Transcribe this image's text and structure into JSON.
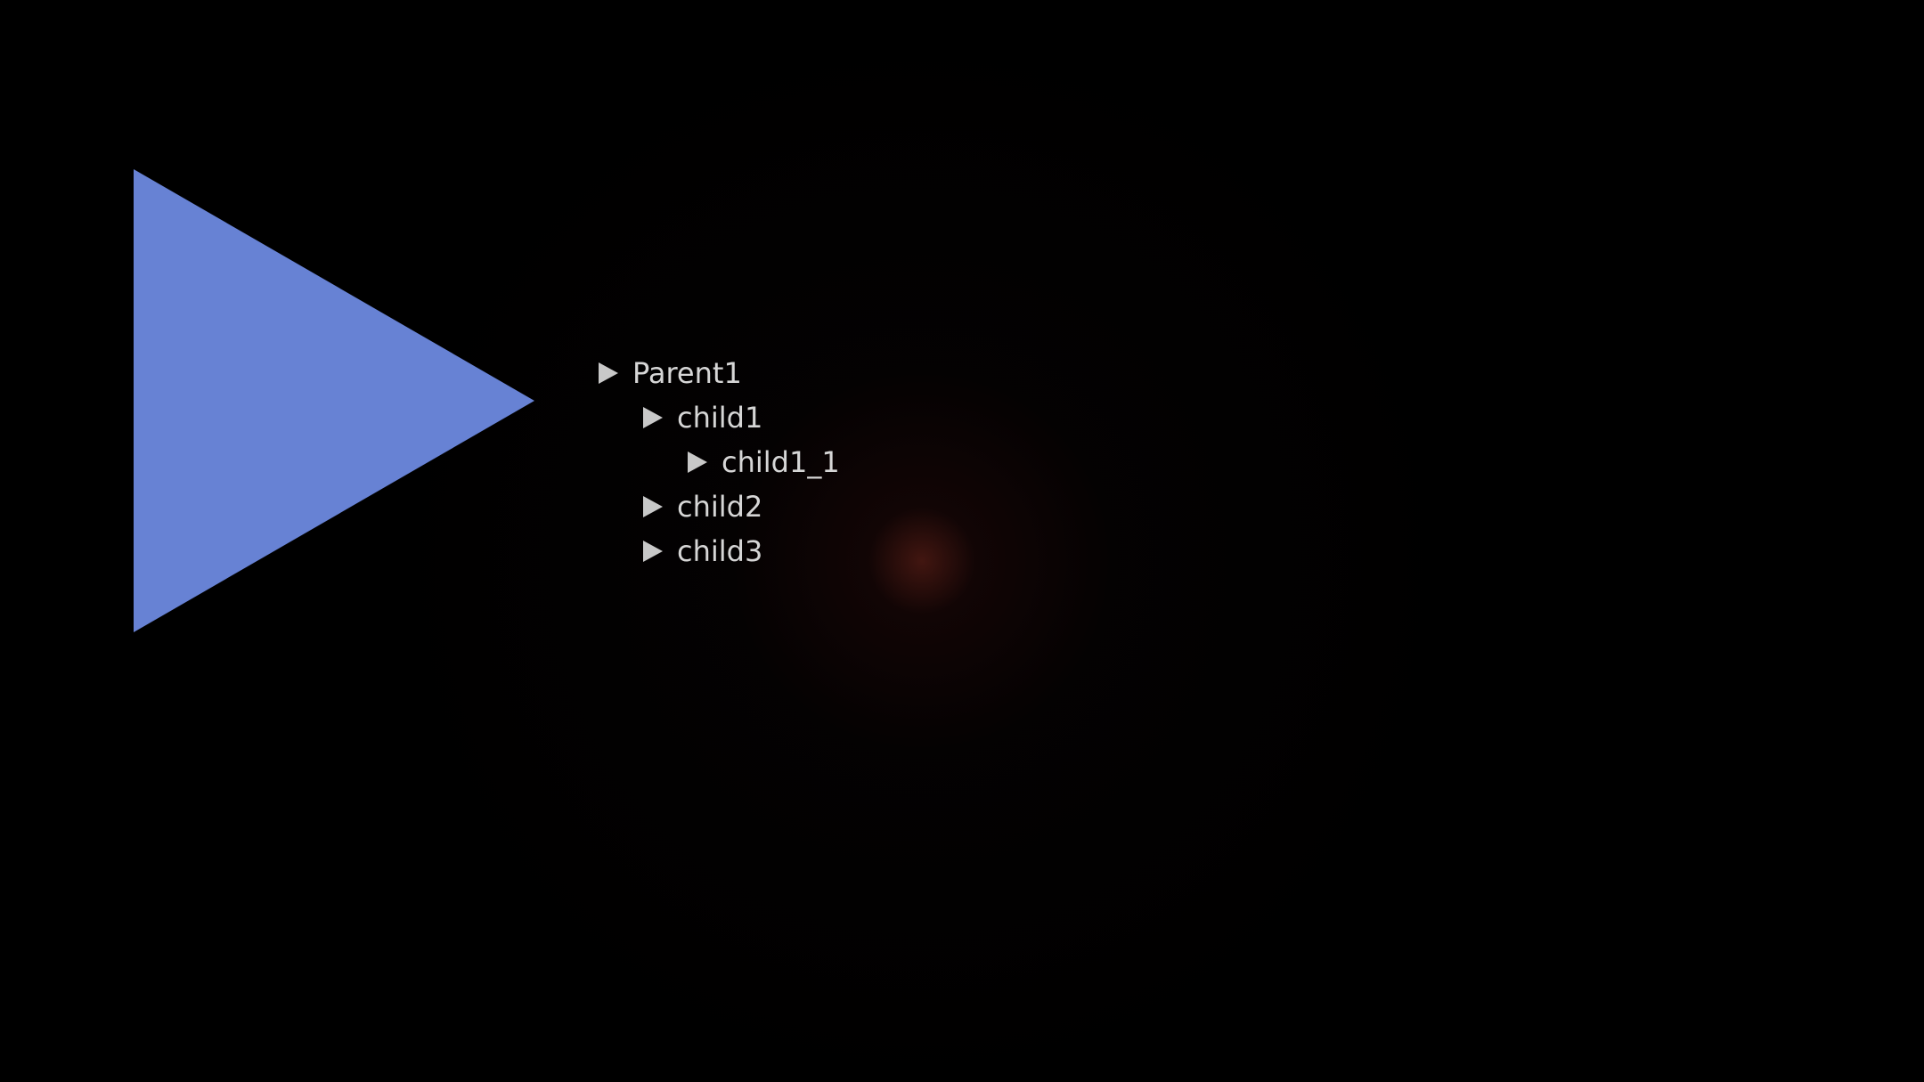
{
  "colors": {
    "background": "#000000",
    "triangle": "#6782d4",
    "tree_text": "#d6d6d6",
    "tree_arrow": "#c8c8c8",
    "glow": "#78281e"
  },
  "icons": {
    "big_triangle": "play-triangle-icon",
    "tree_arrow": "caret-right-icon"
  },
  "tree": {
    "items": [
      {
        "label": "Parent1",
        "level": 0
      },
      {
        "label": "child1",
        "level": 1
      },
      {
        "label": "child1_1",
        "level": 2
      },
      {
        "label": "child2",
        "level": 1
      },
      {
        "label": "child3",
        "level": 1
      }
    ]
  }
}
